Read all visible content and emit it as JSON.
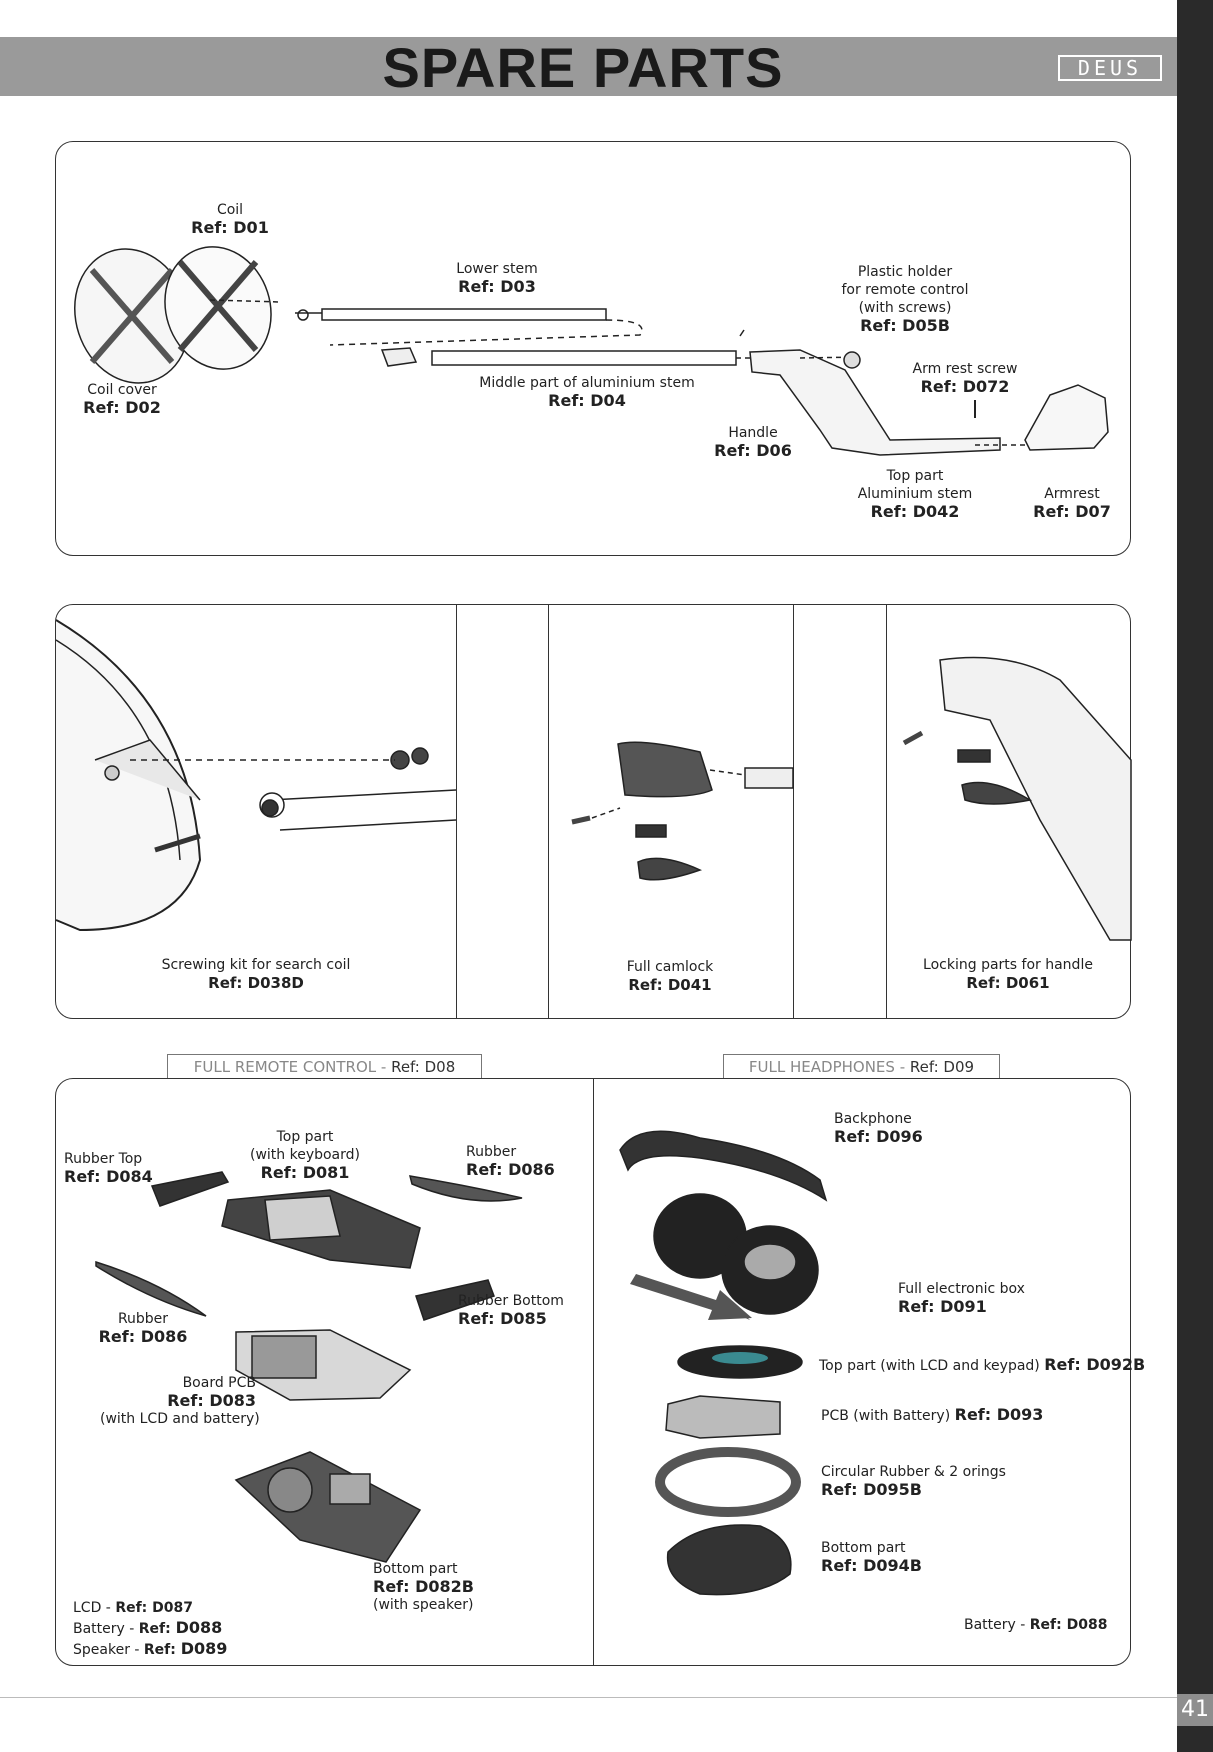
{
  "header": {
    "title": "SPARE PARTS",
    "logo": "DEUS"
  },
  "page_number": "41",
  "section1": {
    "coil": {
      "name": "Coil",
      "ref": "Ref: D01"
    },
    "coil_cover": {
      "name": "Coil cover",
      "ref": "Ref: D02"
    },
    "lower_stem": {
      "name": "Lower stem",
      "ref": "Ref: D03"
    },
    "middle_stem": {
      "name": "Middle part of aluminium stem",
      "ref": "Ref: D04"
    },
    "plastic_holder": {
      "line1": "Plastic holder",
      "line2": "for remote control",
      "line3": "(with screws)",
      "ref": "Ref: D05B"
    },
    "arm_rest_screw": {
      "name": "Arm rest screw",
      "ref": "Ref: D072"
    },
    "handle": {
      "name": "Handle",
      "ref": "Ref: D06"
    },
    "top_part": {
      "line1": "Top part",
      "line2": "Aluminium stem",
      "ref": "Ref: D042"
    },
    "armrest": {
      "name": "Armrest",
      "ref": "Ref: D07"
    }
  },
  "section2": {
    "screwing_kit": {
      "name": "Screwing kit for search coil",
      "ref": "Ref: D038D"
    },
    "camlock": {
      "name": "Full camlock",
      "ref": "Ref: D041"
    },
    "locking_parts": {
      "name": "Locking parts for handle",
      "ref": "Ref: D061"
    }
  },
  "section3": {
    "remote_tab": {
      "label": "FULL REMOTE CONTROL - ",
      "ref": "Ref: D08"
    },
    "headphones_tab": {
      "label": "FULL HEADPHONES - ",
      "ref": "Ref: D09"
    },
    "rubber_top": {
      "name": "Rubber Top",
      "ref": "Ref: D084"
    },
    "top_part_kb": {
      "line1": "Top part",
      "line2": "(with keyboard)",
      "ref": "Ref: D081"
    },
    "rubber_right": {
      "name": "Rubber",
      "ref": "Ref: D086"
    },
    "rubber_left": {
      "name": "Rubber",
      "ref": "Ref: D086"
    },
    "rubber_bottom": {
      "name": "Rubber Bottom",
      "ref": "Ref: D085"
    },
    "board_pcb": {
      "name": "Board PCB",
      "ref": "Ref: D083",
      "note": "(with LCD and battery)"
    },
    "bottom_part_remote": {
      "name": "Bottom part",
      "ref": "Ref: D082B",
      "note": "(with speaker)"
    },
    "lcd": {
      "label": "LCD - ",
      "ref": "Ref: D087"
    },
    "battery_remote": {
      "label": "Battery - ",
      "ref_prefix": "Ref: ",
      "ref_code": "D088"
    },
    "speaker": {
      "label": "Speaker - ",
      "ref_prefix": "Ref: ",
      "ref_code": "D089"
    },
    "backphone": {
      "name": "Backphone",
      "ref": "Ref: D096"
    },
    "electronic_box": {
      "name": "Full electronic box",
      "ref": "Ref: D091"
    },
    "hp_top_part": {
      "name": "Top part (with LCD and keypad)",
      "ref": "Ref: D092B"
    },
    "hp_pcb": {
      "name": "PCB (with Battery)",
      "ref": "Ref: D093"
    },
    "circular_rubber": {
      "name": "Circular Rubber & 2 orings",
      "ref": "Ref: D095B"
    },
    "hp_bottom_part": {
      "name": "Bottom part",
      "ref": "Ref: D094B"
    },
    "hp_battery": {
      "label": "Battery - ",
      "ref": "Ref: D088"
    }
  }
}
